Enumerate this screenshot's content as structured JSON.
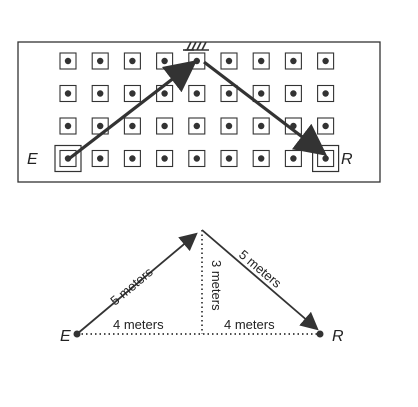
{
  "top_diagram": {
    "rows": 4,
    "cols": 9,
    "emitter_label": "E",
    "receiver_label": "R"
  },
  "bottom_diagram": {
    "emitter_label": "E",
    "receiver_label": "R",
    "left_slant_label": "5 meters",
    "right_slant_label": "5 meters",
    "height_label": "3 meters",
    "left_base_label": "4 meters",
    "right_base_label": "4 meters"
  }
}
